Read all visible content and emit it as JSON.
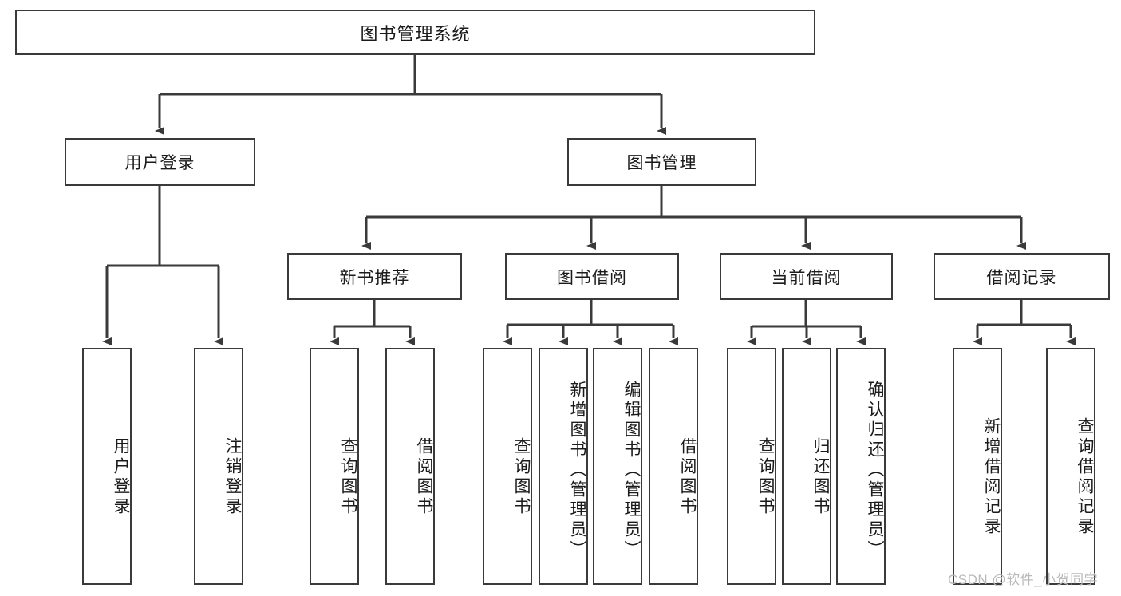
{
  "diagram": {
    "title": "图书管理系统",
    "type": "tree",
    "watermark": "CSDN @软件_小贺同学",
    "edge_color": "#3a3a3a",
    "box_border_color": "#3a3a3a",
    "background_color": "#ffffff"
  },
  "nodes": {
    "root": {
      "label": "图书管理系统"
    },
    "level1": [
      {
        "id": "user-login",
        "label": "用户登录"
      },
      {
        "id": "book-management",
        "label": "图书管理"
      }
    ],
    "level2": [
      {
        "id": "new-book-recommend",
        "label": "新书推荐"
      },
      {
        "id": "book-borrow",
        "label": "图书借阅"
      },
      {
        "id": "current-borrow",
        "label": "当前借阅"
      },
      {
        "id": "borrow-record",
        "label": "借阅记录"
      }
    ],
    "leaves": {
      "user_login": [
        {
          "id": "leaf-user-login",
          "label": "用户登录"
        },
        {
          "id": "leaf-logout-login",
          "label": "注销登录"
        }
      ],
      "new_book_recommend": [
        {
          "id": "leaf-query-book-1",
          "label": "查询图书"
        },
        {
          "id": "leaf-borrow-book-1",
          "label": "借阅图书"
        }
      ],
      "book_borrow": [
        {
          "id": "leaf-query-book-2",
          "label": "查询图书"
        },
        {
          "id": "leaf-add-book",
          "label": "新增图书（管理员）"
        },
        {
          "id": "leaf-edit-book",
          "label": "编辑图书（管理员）"
        },
        {
          "id": "leaf-borrow-book-2",
          "label": "借阅图书"
        }
      ],
      "current_borrow": [
        {
          "id": "leaf-query-book-3",
          "label": "查询图书"
        },
        {
          "id": "leaf-return-book",
          "label": "归还图书"
        },
        {
          "id": "leaf-confirm-return",
          "label": "确认归还（管理员）"
        }
      ],
      "borrow_record": [
        {
          "id": "leaf-add-record",
          "label": "新增借阅记录"
        },
        {
          "id": "leaf-query-record",
          "label": "查询借阅记录"
        }
      ]
    }
  }
}
